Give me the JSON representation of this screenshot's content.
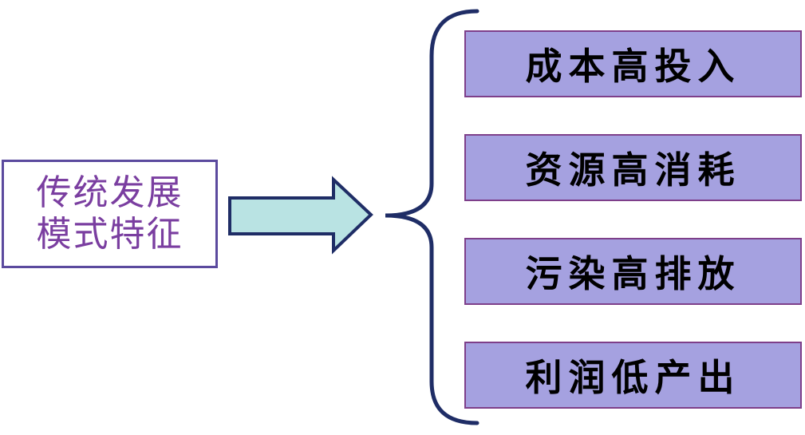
{
  "left_label": {
    "line1": "传统发展",
    "line2": "模式特征"
  },
  "items": [
    "成本高投入",
    "资源高消耗",
    "污染高排放",
    "利润低产出"
  ],
  "colors": {
    "left_border": "#5b4a9e",
    "left_text": "#7a3ea0",
    "arrow_fill": "#b9e3e3",
    "arrow_stroke": "#1f2d66",
    "brace": "#1f2d66",
    "item_fill": "#a5a1e0",
    "item_border": "#7e3f8a"
  }
}
